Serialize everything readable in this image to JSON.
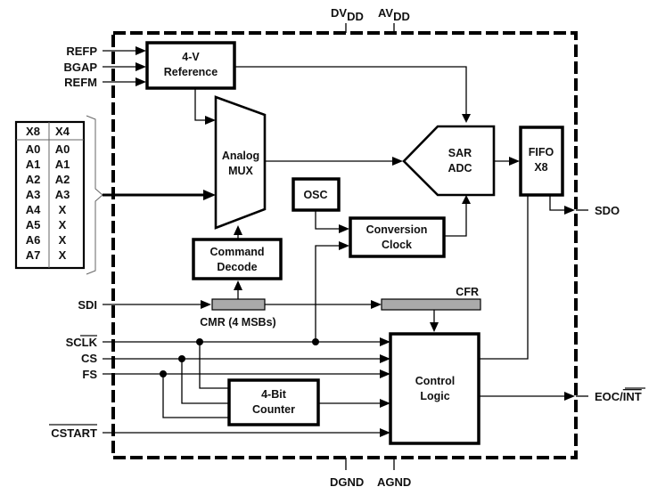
{
  "diagram": {
    "title": "ADC functional block diagram",
    "power_pins": {
      "dvdd": {
        "main": "DV",
        "sub": "DD"
      },
      "avdd": {
        "main": "AV",
        "sub": "DD"
      },
      "dgnd": "DGND",
      "agnd": "AGND"
    },
    "input_pins": {
      "refp": "REFP",
      "bgap": "BGAP",
      "refm": "REFM",
      "sdi": "SDI",
      "sclk": "SCLK",
      "cs": "CS",
      "fs": "FS",
      "cstart": "CSTART"
    },
    "output_pins": {
      "sdo": "SDO",
      "eoc": "EOC/",
      "int": "INT"
    },
    "blocks": {
      "reference": {
        "line1": "4-V",
        "line2": "Reference"
      },
      "mux": {
        "line1": "Analog",
        "line2": "MUX"
      },
      "command_decode": {
        "line1": "Command",
        "line2": "Decode"
      },
      "sar_adc": {
        "line1": "SAR",
        "line2": "ADC"
      },
      "fifo": {
        "line1": "FIFO",
        "line2": "X8"
      },
      "osc": "OSC",
      "conversion_clock": {
        "line1": "Conversion",
        "line2": "Clock"
      },
      "control_logic": {
        "line1": "Control",
        "line2": "Logic"
      },
      "counter": {
        "line1": "4-Bit",
        "line2": "Counter"
      }
    },
    "registers": {
      "cmr": "CMR (4 MSBs)",
      "cfr": "CFR"
    },
    "channel_table": {
      "headers": [
        "X8",
        "X4"
      ],
      "rows": [
        [
          "A0",
          "A0"
        ],
        [
          "A1",
          "A1"
        ],
        [
          "A2",
          "A2"
        ],
        [
          "A3",
          "A3"
        ],
        [
          "A4",
          "X"
        ],
        [
          "A5",
          "X"
        ],
        [
          "A6",
          "X"
        ],
        [
          "A7",
          "X"
        ]
      ]
    }
  }
}
